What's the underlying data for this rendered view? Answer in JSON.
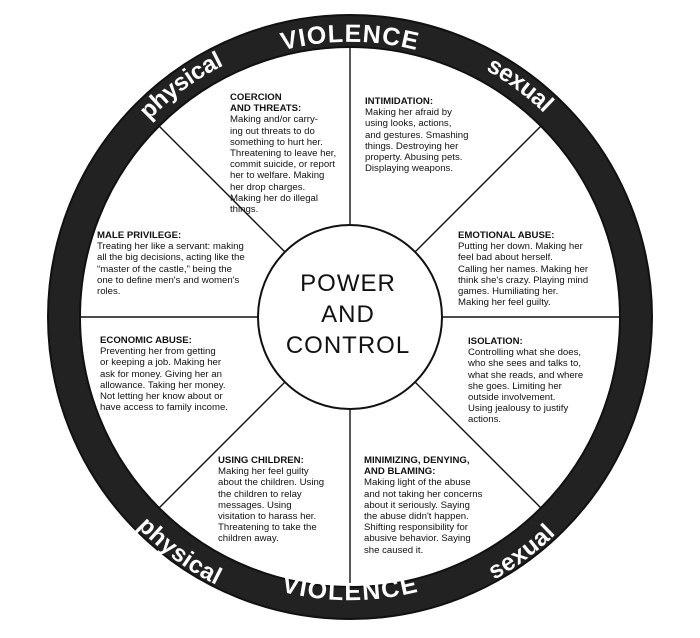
{
  "ring_labels": {
    "top": "VIOLENCE",
    "bottom": "VIOLENCE",
    "upper_left": "physical",
    "upper_right": "sexual",
    "lower_left": "physical",
    "lower_right": "sexual"
  },
  "center": {
    "line1": "POWER",
    "line2": "AND",
    "line3": "CONTROL"
  },
  "segments": {
    "coercion": {
      "title": "COERCION\nAND THREATS:",
      "body": "Making and/or carry-\ning out threats to do\nsomething to hurt her.\nThreatening to leave her,\ncommit suicide, or report\nher to welfare.  Making\nher drop charges.\nMaking her do illegal\nthings."
    },
    "intimidation": {
      "title": "INTIMIDATION:",
      "body": "Making her afraid by\nusing looks, actions,\nand gestures.  Smashing\nthings.  Destroying her\nproperty.  Abusing pets.\nDisplaying weapons."
    },
    "emotional": {
      "title": "EMOTIONAL ABUSE:",
      "body": "Putting her down.  Making her\nfeel bad about herself.\nCalling her names.  Making her\nthink she's crazy.  Playing mind\ngames.  Humiliating her.\nMaking her feel guilty."
    },
    "isolation": {
      "title": "ISOLATION:",
      "body": "Controlling what she does,\nwho she sees and talks to,\nwhat she reads, and where\nshe goes.  Limiting her\noutside involvement.\nUsing jealousy to justify\nactions."
    },
    "minimizing": {
      "title": "MINIMIZING, DENYING,\nAND BLAMING:",
      "body": "Making light of the abuse\nand not taking her concerns\nabout it seriously.  Saying\nthe abuse didn't happen.\nShifting responsibility for\nabusive behavior.  Saying\nshe caused it."
    },
    "children": {
      "title": "USING CHILDREN:",
      "body": "Making her feel guilty\nabout the children.  Using\nthe children to relay\nmessages.  Using\nvisitation to harass her.\nThreatening to take the\nchildren away."
    },
    "economic": {
      "title": "ECONOMIC ABUSE:",
      "body": "Preventing her from getting\nor keeping a job.  Making her\nask for money.  Giving her an\nallowance.  Taking her money.\nNot letting her know about or\nhave access to family income."
    },
    "privilege": {
      "title": "MALE PRIVILEGE:",
      "body": "Treating her like a servant: making\nall the big decisions, acting like the\n“master of the castle,” being the\none to define men's and women's\nroles."
    }
  }
}
